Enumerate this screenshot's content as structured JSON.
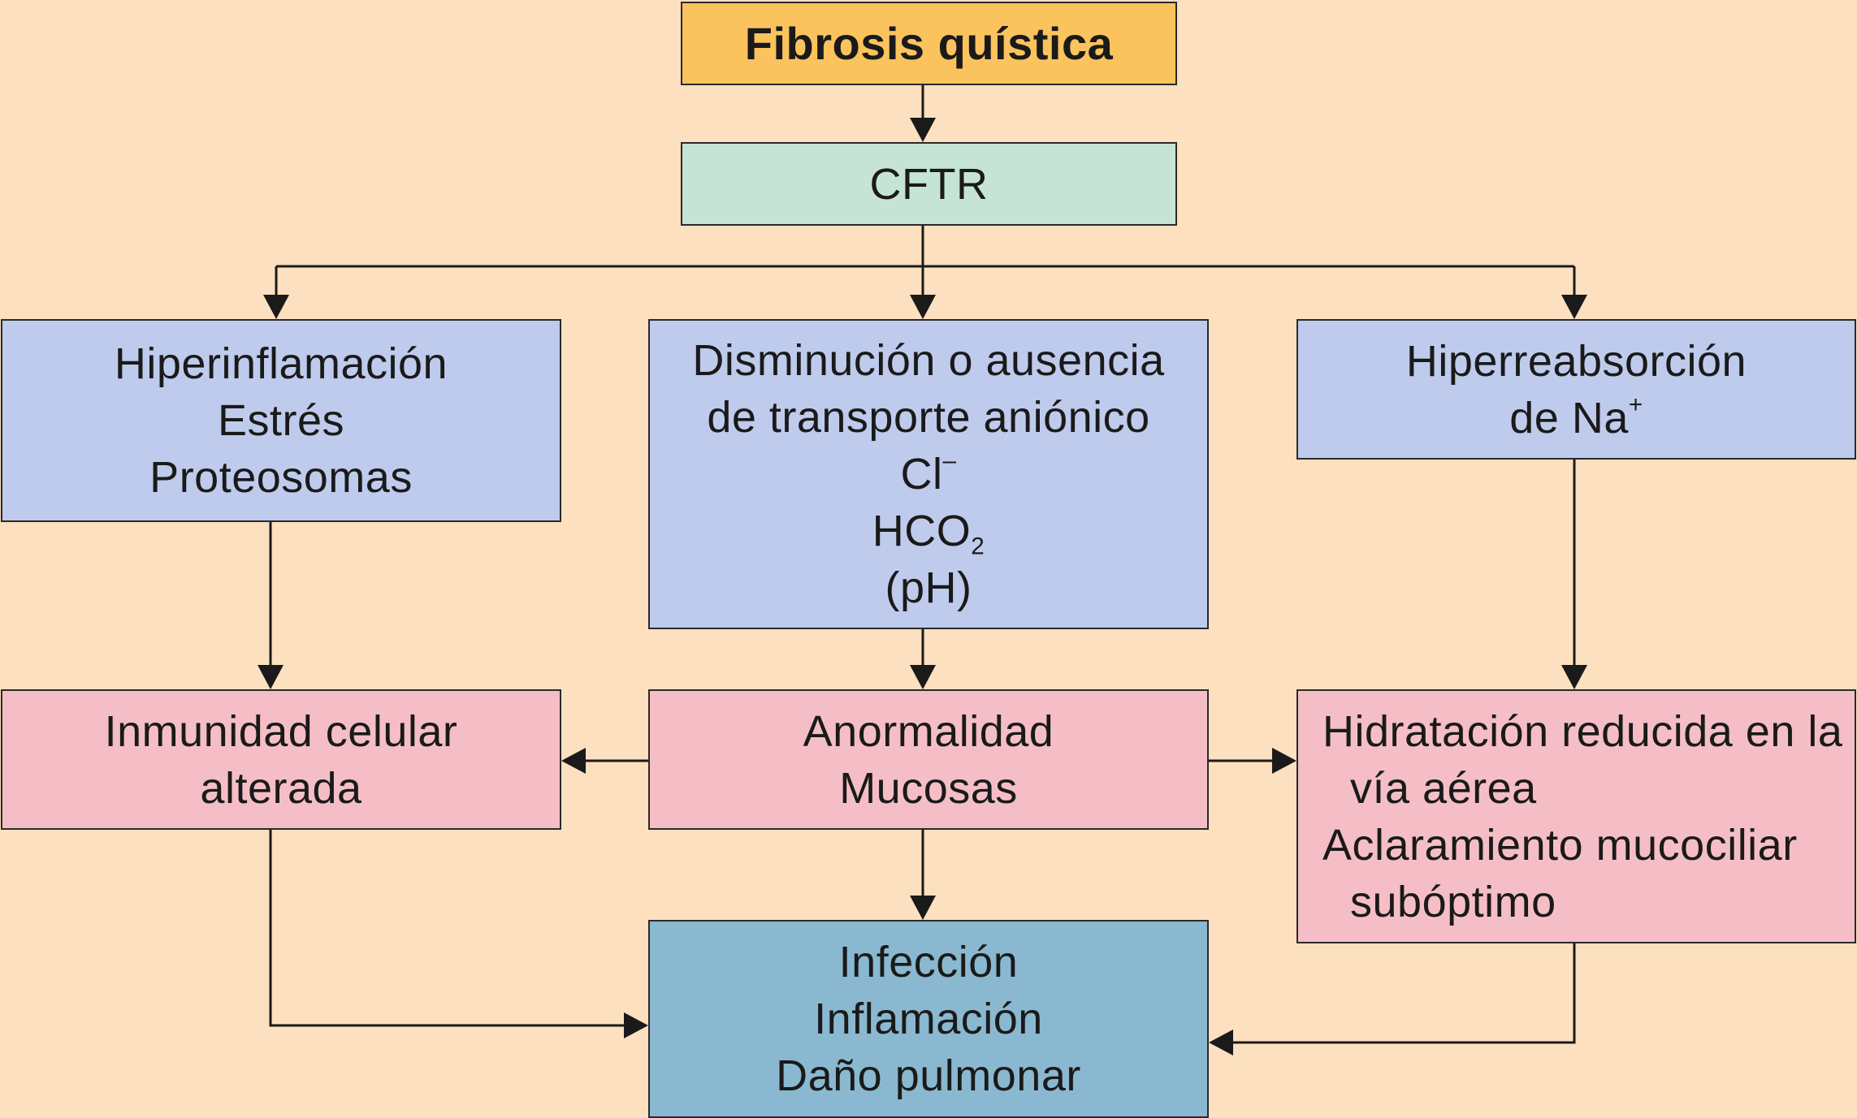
{
  "colors": {
    "background": "#fde0bf",
    "title": "#fbc35d",
    "cftr": "#c5e4d5",
    "blue": "#bfcbec",
    "pink": "#f5bec6",
    "teal": "#8ab8d0",
    "line": "#1a1a1a"
  },
  "nodes": {
    "fibrosis": {
      "lines": [
        "Fibrosis quística"
      ]
    },
    "cftr": {
      "lines": [
        "CFTR"
      ]
    },
    "hiperinflamacion": {
      "lines": [
        "Hiperinflamación",
        "Estrés",
        "Proteosomas"
      ]
    },
    "disminucion": {
      "lines": [
        "Disminución o ausencia",
        "de transporte aniónico"
      ],
      "cl_base": "Cl",
      "cl_sup": "–",
      "hco_base": "HCO",
      "hco_sub": "2",
      "ph": "(pH)"
    },
    "hiperreabsorcion": {
      "line1": "Hiperreabsorción",
      "na_base": "de Na",
      "na_sup": "+"
    },
    "inmunidad": {
      "lines": [
        "Inmunidad celular",
        "alterada"
      ]
    },
    "anormalidad": {
      "lines": [
        "Anormalidad",
        "Mucosas"
      ]
    },
    "hidratacion": {
      "lines": [
        "Hidratación reducida en la",
        "vía aérea",
        "Aclaramiento mucociliar",
        "subóptimo"
      ]
    },
    "infeccion": {
      "lines": [
        "Infección",
        "Inflamación",
        "Daño pulmonar"
      ]
    }
  },
  "edges": [
    {
      "from": "fibrosis",
      "to": "cftr"
    },
    {
      "from": "cftr",
      "to": "hiperinflamacion"
    },
    {
      "from": "cftr",
      "to": "disminucion"
    },
    {
      "from": "cftr",
      "to": "hiperreabsorcion"
    },
    {
      "from": "hiperinflamacion",
      "to": "inmunidad"
    },
    {
      "from": "disminucion",
      "to": "anormalidad"
    },
    {
      "from": "hiperreabsorcion",
      "to": "hidratacion"
    },
    {
      "from": "anormalidad",
      "to": "inmunidad"
    },
    {
      "from": "anormalidad",
      "to": "hidratacion"
    },
    {
      "from": "anormalidad",
      "to": "infeccion"
    },
    {
      "from": "inmunidad",
      "to": "infeccion"
    },
    {
      "from": "hidratacion",
      "to": "infeccion"
    }
  ]
}
